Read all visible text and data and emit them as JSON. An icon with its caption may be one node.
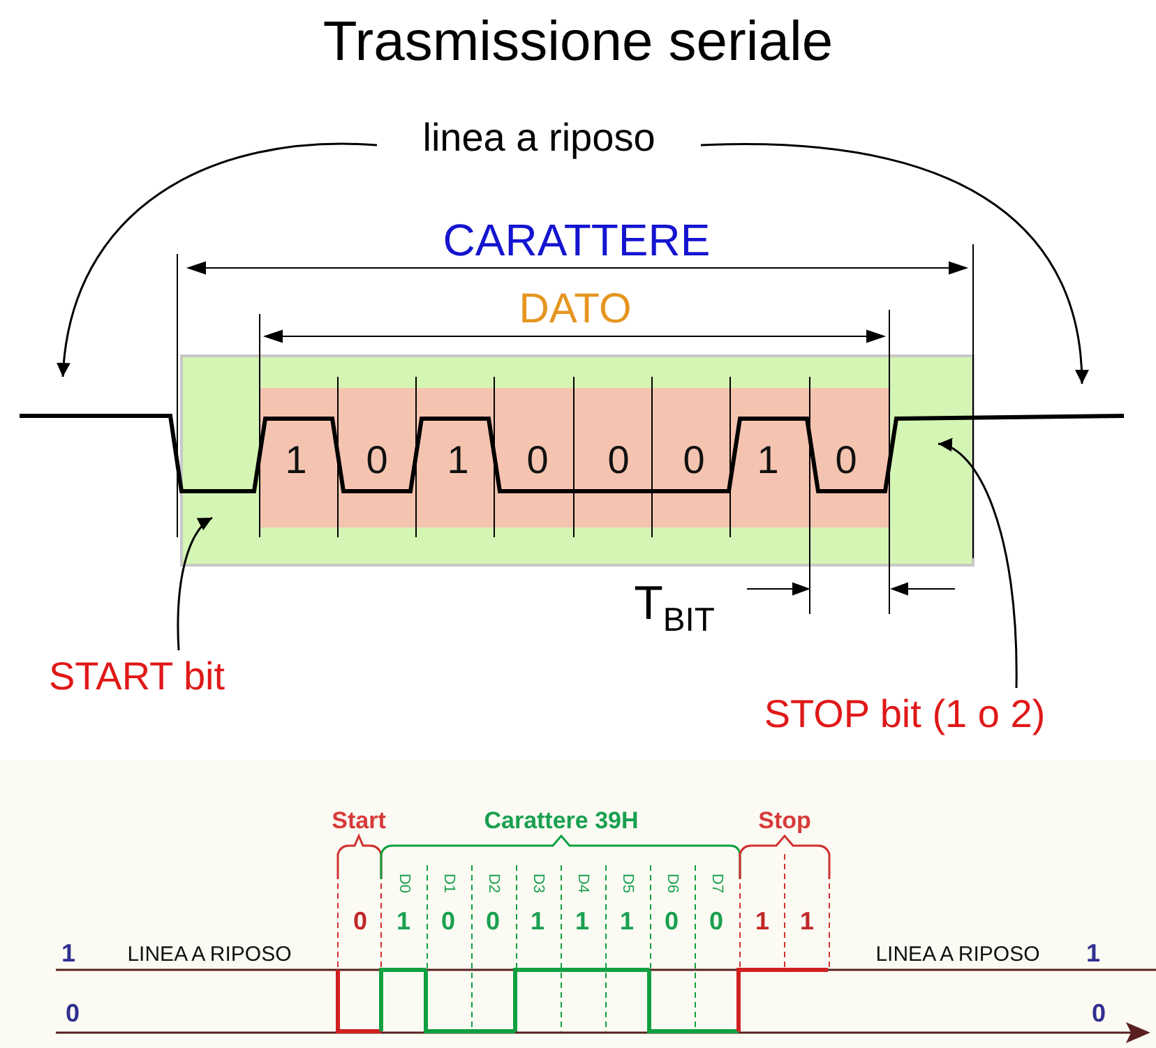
{
  "diagram": {
    "title": "Trasmissione seriale",
    "nodes": [
      {
        "text": [
          "linea a riposo"
        ]
      },
      {
        "text": [
          "START bit"
        ]
      },
      {
        "text": [
          "STOP bit (1 o 2)"
        ]
      },
      {
        "text": [],
        "shape": "line"
      }
    ],
    "edges": [
      {
        "from": 0,
        "to": 3,
        "arrow": "to"
      },
      {
        "from": 0,
        "to": 3,
        "arrow": "to"
      },
      {
        "from": 1,
        "to": 3,
        "arrow": "to"
      },
      {
        "from": 2,
        "to": 3,
        "arrow": "to"
      }
    ],
    "labels": [
      "CARATTERE",
      "DATO",
      "1",
      "0",
      "1",
      "0",
      "0",
      "0",
      "1",
      "0",
      "T$_{BIT}$",
      "Start",
      "Carattere 39H",
      "Stop",
      "D0",
      "D1",
      "D2",
      "D3",
      "D4",
      "D5",
      "D6",
      "D7",
      "0",
      "1",
      "0",
      "0",
      "1",
      "1",
      "1",
      "0",
      "0",
      "1",
      "1",
      "1",
      "LINEA A RIPOSO",
      "LINEA A RIPOSO",
      "1",
      "0",
      "0"
    ]
  }
}
